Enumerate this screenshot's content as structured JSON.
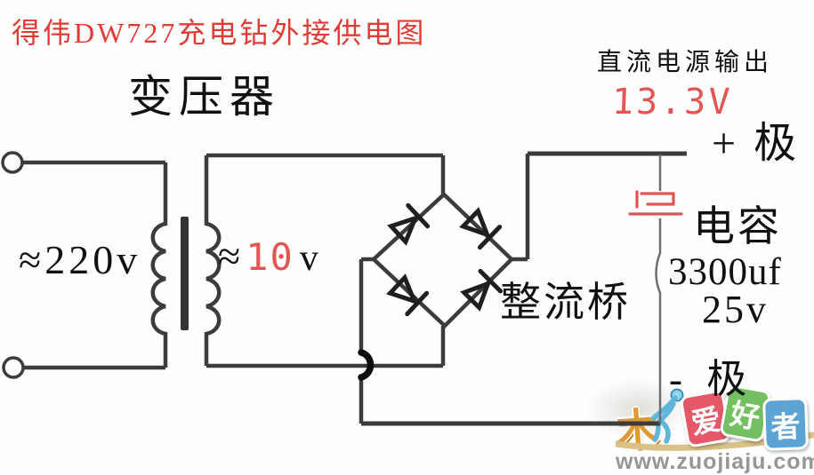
{
  "title": "得伟DW727充电钻外接供电图",
  "transformer_label": "变压器",
  "dc_output_label": "直流电源输出",
  "dc_output_voltage": "13.3V",
  "positive_pole": "+ 极",
  "negative_pole": "- 极",
  "primary_voltage": "≈220v",
  "secondary": {
    "approx": "≈",
    "value": "10",
    "unit": "v"
  },
  "rectifier_label": "整流桥",
  "capacitor": {
    "label": "电容",
    "capacity": "3300uf",
    "rating": "25v"
  },
  "watermark": {
    "wood": "木",
    "tiles": [
      "爱",
      "好",
      "者"
    ],
    "url": "www.zuojiaju.com"
  },
  "colors": {
    "title_red": "#e13b35",
    "handwriting_red": "#e25555",
    "wire_dark": "#3c3c3c",
    "wood_orange": "#e09a33",
    "tile_pink": "#e4586a",
    "tile_green": "#74bf62",
    "tile_blue": "#5ca4d6",
    "swoosh_tan": "#d9c285",
    "url_grey": "#969696"
  }
}
